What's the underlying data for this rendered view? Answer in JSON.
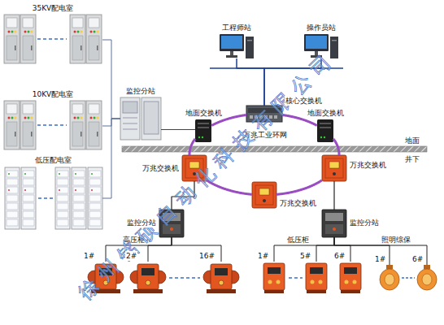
{
  "diagram": {
    "nodes": [
      {
        "text": [
          "35KV配电室"
        ]
      },
      {
        "text": [
          "10KV配电室"
        ]
      },
      {
        "text": [
          "低压配电室"
        ]
      },
      {
        "text": [
          "监控分站"
        ]
      },
      {
        "text": [
          "工程师站"
        ]
      },
      {
        "text": [
          "操作员站"
        ]
      },
      {
        "text": [
          "核心交换机"
        ]
      },
      {
        "text": [
          "地面交换机"
        ]
      },
      {
        "text": [
          "地面交换机"
        ]
      },
      {
        "text": [
          "万兆交换机"
        ]
      },
      {
        "text": [
          "万兆交换机"
        ]
      },
      {
        "text": [
          "万兆交换机"
        ]
      },
      {
        "text": [
          "监控分站"
        ]
      },
      {
        "text": [
          "监控分站"
        ]
      },
      {
        "text": [
          "1#"
        ]
      },
      {
        "text": [
          "2#"
        ]
      },
      {
        "text": [
          "16#"
        ]
      },
      {
        "text": [
          "1#"
        ]
      },
      {
        "text": [
          "5#"
        ]
      },
      {
        "text": [
          "6#"
        ]
      },
      {
        "text": [
          "1#"
        ]
      },
      {
        "text": [
          "6#"
        ]
      }
    ],
    "edges": [
      {
        "from": 0,
        "to": 3,
        "arrow": "none"
      },
      {
        "from": 1,
        "to": 3,
        "arrow": "none"
      },
      {
        "from": 2,
        "to": 3,
        "arrow": "none"
      },
      {
        "from": 4,
        "to": 6,
        "arrow": "none"
      },
      {
        "from": 5,
        "to": 6,
        "arrow": "none"
      },
      {
        "from": 6,
        "to": 8,
        "arrow": "none"
      },
      {
        "from": 8,
        "to": 11,
        "arrow": "none"
      },
      {
        "from": 11,
        "to": 10,
        "arrow": "none"
      },
      {
        "from": 10,
        "to": 9,
        "arrow": "none"
      },
      {
        "from": 9,
        "to": 7,
        "arrow": "none"
      },
      {
        "from": 7,
        "to": 6,
        "arrow": "none"
      },
      {
        "from": 3,
        "to": 7,
        "arrow": "none"
      },
      {
        "from": 9,
        "to": 12,
        "arrow": "none"
      },
      {
        "from": 11,
        "to": 13,
        "arrow": "none"
      },
      {
        "from": 12,
        "to": 14,
        "arrow": "none"
      },
      {
        "from": 12,
        "to": 15,
        "arrow": "none"
      },
      {
        "from": 12,
        "to": 16,
        "arrow": "none"
      },
      {
        "from": 13,
        "to": 17,
        "arrow": "none"
      },
      {
        "from": 13,
        "to": 18,
        "arrow": "none"
      },
      {
        "from": 13,
        "to": 19,
        "arrow": "none"
      },
      {
        "from": 13,
        "to": 20,
        "arrow": "none"
      },
      {
        "from": 13,
        "to": 21,
        "arrow": "none"
      }
    ],
    "labels": [
      "高压柜",
      "低压柜",
      "照明综保",
      "万兆工业环网",
      "地面",
      "井下",
      "徐州铭硕自动化科技有限公司"
    ]
  }
}
